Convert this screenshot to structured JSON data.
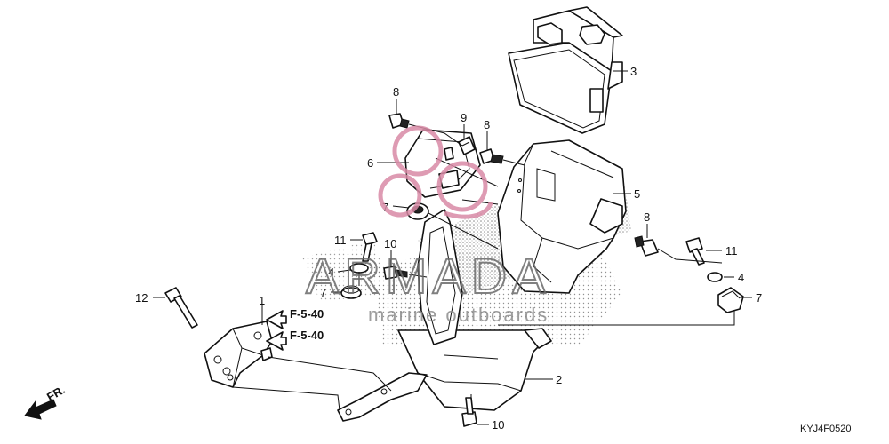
{
  "diagram": {
    "catalog_code": "KYJ4F0520",
    "direction_label": "FR.",
    "watermark": {
      "title": "ARMADA",
      "subtitle": "marine outboards"
    },
    "references": [
      {
        "id": "ref_a",
        "label": "F-5-40"
      },
      {
        "id": "ref_b",
        "label": "F-5-40"
      }
    ],
    "callouts": [
      {
        "id": "c1",
        "label": "1"
      },
      {
        "id": "c2",
        "label": "2"
      },
      {
        "id": "c3",
        "label": "3"
      },
      {
        "id": "c4a",
        "label": "4"
      },
      {
        "id": "c4b",
        "label": "4"
      },
      {
        "id": "c5",
        "label": "5"
      },
      {
        "id": "c6",
        "label": "6"
      },
      {
        "id": "c7a",
        "label": "7"
      },
      {
        "id": "c7b",
        "label": "7"
      },
      {
        "id": "c7c",
        "label": "7"
      },
      {
        "id": "c8a",
        "label": "8"
      },
      {
        "id": "c8b",
        "label": "8"
      },
      {
        "id": "c8c",
        "label": "8"
      },
      {
        "id": "c9",
        "label": "9"
      },
      {
        "id": "c10a",
        "label": "10"
      },
      {
        "id": "c10b",
        "label": "10"
      },
      {
        "id": "c11a",
        "label": "11"
      },
      {
        "id": "c11b",
        "label": "11"
      },
      {
        "id": "c12",
        "label": "12"
      }
    ]
  }
}
